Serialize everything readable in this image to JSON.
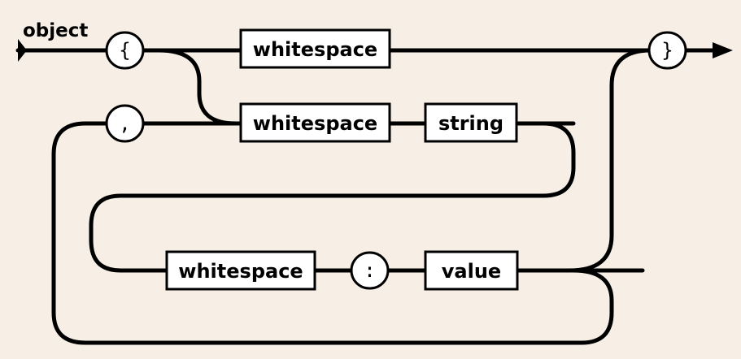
{
  "diagram": {
    "title": "object",
    "nonterminals": {
      "ws_top": "whitespace",
      "ws_key": "whitespace",
      "string": "string",
      "ws_colon": "whitespace",
      "value": "value"
    },
    "terminals": {
      "open_brace": "{",
      "close_brace": "}",
      "comma": ",",
      "colon": ":"
    }
  }
}
